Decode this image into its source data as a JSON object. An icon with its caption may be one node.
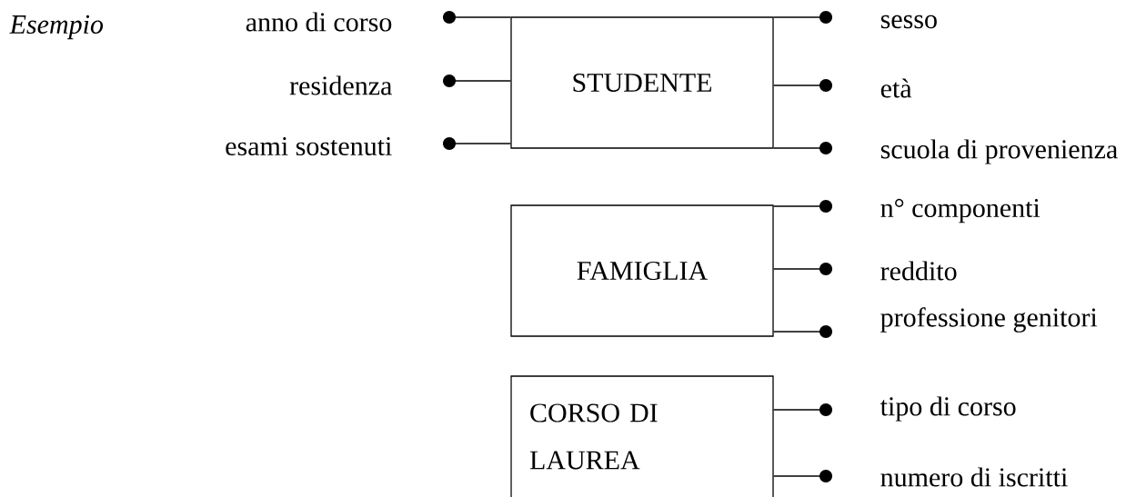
{
  "diagram": {
    "nodes": [
      {
        "text": [
          "STUDENTE"
        ]
      },
      {
        "text": [
          "anno di corso"
        ]
      },
      {
        "text": [
          "residenza"
        ]
      },
      {
        "text": [
          "esami sostenuti"
        ]
      },
      {
        "text": [
          "sesso"
        ]
      },
      {
        "text": [
          "età"
        ]
      },
      {
        "text": [
          "scuola di provenienza"
        ]
      },
      {
        "text": [
          "FAMIGLIA"
        ]
      },
      {
        "text": [
          "n° componenti"
        ]
      },
      {
        "text": [
          "reddito"
        ]
      },
      {
        "text": [
          "professione genitori"
        ]
      },
      {
        "text": [
          "CORSO DI LAUREA"
        ]
      },
      {
        "text": [
          "tipo di corso"
        ]
      },
      {
        "text": [
          "numero di iscritti"
        ]
      }
    ],
    "edges": [
      {
        "from": 0,
        "to": 1,
        "arrow": "other"
      },
      {
        "from": 0,
        "to": 2,
        "arrow": "other"
      },
      {
        "from": 0,
        "to": 3,
        "arrow": "other"
      },
      {
        "from": 0,
        "to": 4,
        "arrow": "other"
      },
      {
        "from": 0,
        "to": 5,
        "arrow": "other"
      },
      {
        "from": 0,
        "to": 6,
        "arrow": "other"
      },
      {
        "from": 7,
        "to": 8,
        "arrow": "other"
      },
      {
        "from": 7,
        "to": 9,
        "arrow": "other"
      },
      {
        "from": 7,
        "to": 10,
        "arrow": "other"
      },
      {
        "from": 11,
        "to": 12,
        "arrow": "other"
      },
      {
        "from": 11,
        "to": 13,
        "arrow": "other"
      }
    ],
    "labels": [
      "*Esempio*"
    ]
  }
}
